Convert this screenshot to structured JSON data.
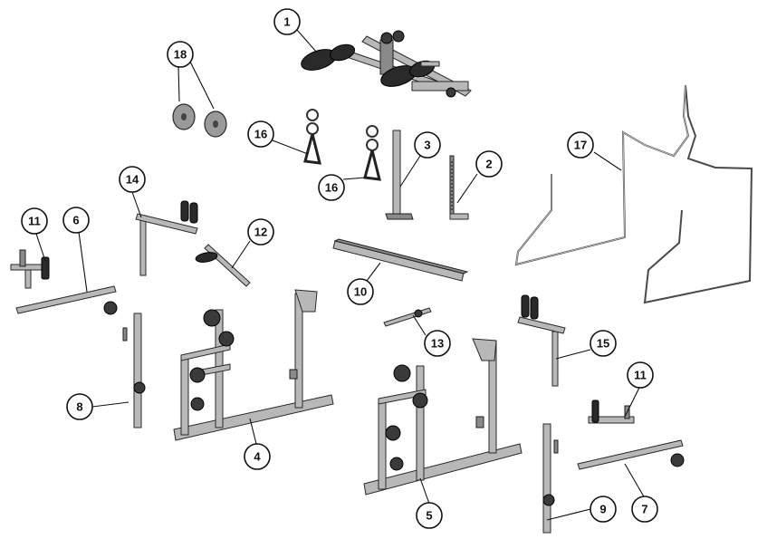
{
  "callouts": [
    {
      "label": "1"
    },
    {
      "label": "2"
    },
    {
      "label": "3"
    },
    {
      "label": "4"
    },
    {
      "label": "5"
    },
    {
      "label": "6"
    },
    {
      "label": "7"
    },
    {
      "label": "8"
    },
    {
      "label": "9"
    },
    {
      "label": "10"
    },
    {
      "label": "11"
    },
    {
      "label": "11"
    },
    {
      "label": "12"
    },
    {
      "label": "13"
    },
    {
      "label": "14"
    },
    {
      "label": "15"
    },
    {
      "label": "16"
    },
    {
      "label": "16"
    },
    {
      "label": "17"
    },
    {
      "label": "18"
    }
  ],
  "colors": {
    "ink": "#111111",
    "metal": "#b8b8b8",
    "pad": "#2a2a2a"
  }
}
